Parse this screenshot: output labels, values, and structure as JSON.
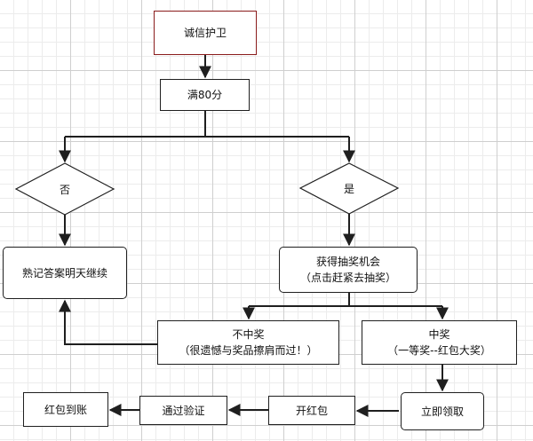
{
  "nodes": {
    "start": "诚信护卫",
    "condition": "满80分",
    "no": "否",
    "yes": "是",
    "study": "熟记答案明天继续",
    "chance_line1": "获得抽奖机会",
    "chance_line2": "（点击赶紧去抽奖）",
    "lose_line1": "不中奖",
    "lose_line2": "（很遗憾与奖品擦肩而过！）",
    "win_line1": "中奖",
    "win_line2": "（一等奖--红包大奖）",
    "claim": "立即领取",
    "open": "开红包",
    "verify": "通过验证",
    "credited": "红包到账"
  },
  "colors": {
    "line": "#1f1f1f",
    "start_border": "#8a1c1c"
  }
}
